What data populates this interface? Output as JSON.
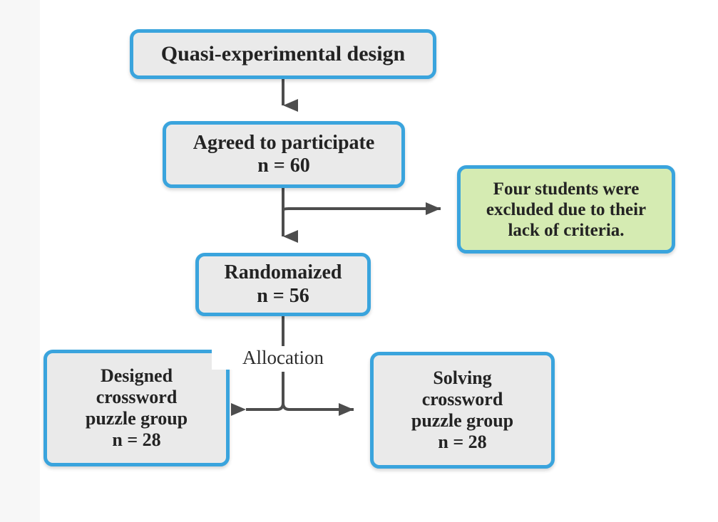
{
  "diagram": {
    "type": "flowchart",
    "title": "Quasi-experimental study participant flow",
    "colors": {
      "node_border": "#3aa4dd",
      "node_fill": "#eaeaea",
      "excluded_fill": "#d5ebb2",
      "connector": "#4d4d4d",
      "text": "#232323",
      "background": "#ffffff"
    },
    "nodes": [
      {
        "id": "design",
        "lines": [
          "Quasi-experimental design"
        ],
        "fill": "#eaeaea"
      },
      {
        "id": "agreed",
        "lines": [
          "Agreed to participate",
          "n = 60"
        ],
        "fill": "#eaeaea"
      },
      {
        "id": "excluded",
        "lines": [
          "Four students were",
          "excluded due to their",
          "lack of criteria."
        ],
        "fill": "#d5ebb2"
      },
      {
        "id": "randomaized",
        "lines": [
          "Randomaized",
          "n = 56"
        ],
        "fill": "#eaeaea"
      },
      {
        "id": "designed_group",
        "lines": [
          "Designed",
          "crossword",
          "puzzle group",
          "n = 28"
        ],
        "fill": "#eaeaea"
      },
      {
        "id": "solving_group",
        "lines": [
          "Solving",
          "crossword",
          "puzzle group",
          "n = 28"
        ],
        "fill": "#eaeaea"
      }
    ],
    "edge_labels": {
      "allocation": "Allocation"
    },
    "edges": [
      {
        "from": "design",
        "to": "agreed",
        "direction": "down"
      },
      {
        "from": "agreed",
        "to": "excluded",
        "direction": "right"
      },
      {
        "from": "agreed",
        "to": "randomaized",
        "direction": "down"
      },
      {
        "from": "randomaized",
        "to": "designed_group",
        "direction": "left",
        "label": "Allocation"
      },
      {
        "from": "randomaized",
        "to": "solving_group",
        "direction": "right",
        "label": "Allocation"
      }
    ]
  }
}
